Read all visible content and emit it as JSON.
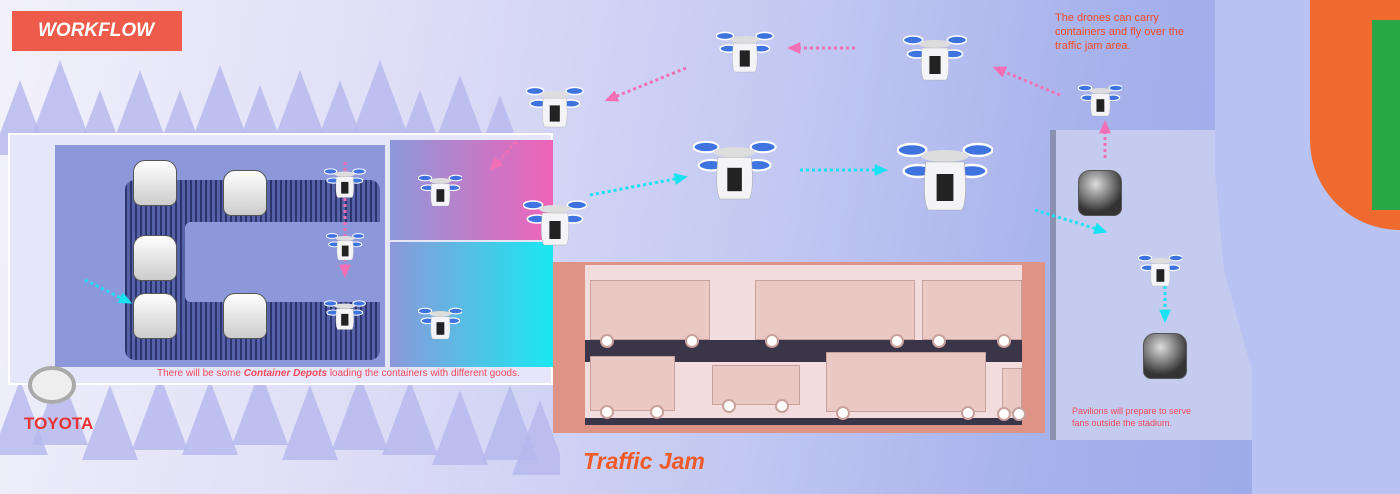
{
  "header": {
    "title": "WORKFLOW"
  },
  "notes": {
    "drones": "The  drones can carry containers and fly over the traffic jam area.",
    "depot_prefix": "There will be some ",
    "depot_bold": "Container Depots",
    "depot_suffix": " loading the containers with different goods.",
    "pavilions": "Pavilions will prepare to serve fans outside the stadium."
  },
  "labels": {
    "traffic_jam": "Traffic Jam"
  },
  "brand": {
    "name": "TOYOTA"
  },
  "colors": {
    "accent": "#ee5b4a",
    "pink_arrow": "#f26fb6",
    "cyan_arrow": "#19e2f0",
    "text": "#f04a28"
  }
}
